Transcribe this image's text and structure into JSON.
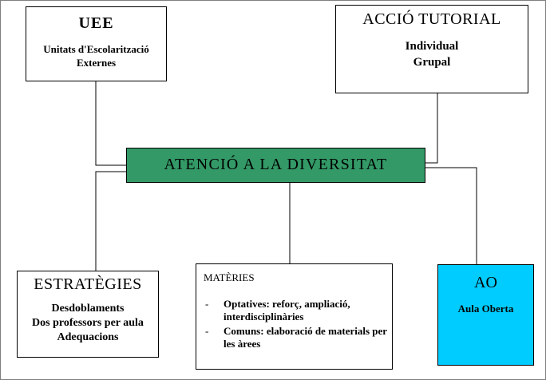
{
  "uee": {
    "title": "UEE",
    "line1": "Unitats d'Escolarització",
    "line2": "Externes"
  },
  "tutorial": {
    "title": "ACCIÓ TUTORIAL",
    "line1": "Individual",
    "line2": "Grupal"
  },
  "central": {
    "title": "ATENCIÓ A LA DIVERSITAT",
    "fill_color": "#339966"
  },
  "estrategies": {
    "title": "ESTRATÈGIES",
    "items": [
      "Desdoblaments",
      "Dos professors per aula",
      "Adequacions"
    ]
  },
  "materies": {
    "title": "MATÈRIES",
    "items": [
      {
        "dash": "-",
        "text": "Optatives: reforç, ampliació, interdisciplinàries"
      },
      {
        "dash": "-",
        "text": "Comuns: elaboració de materials per les àrees"
      }
    ]
  },
  "ao": {
    "title": "AO",
    "subtitle": "Aula Oberta",
    "fill_color": "#00ccff"
  }
}
